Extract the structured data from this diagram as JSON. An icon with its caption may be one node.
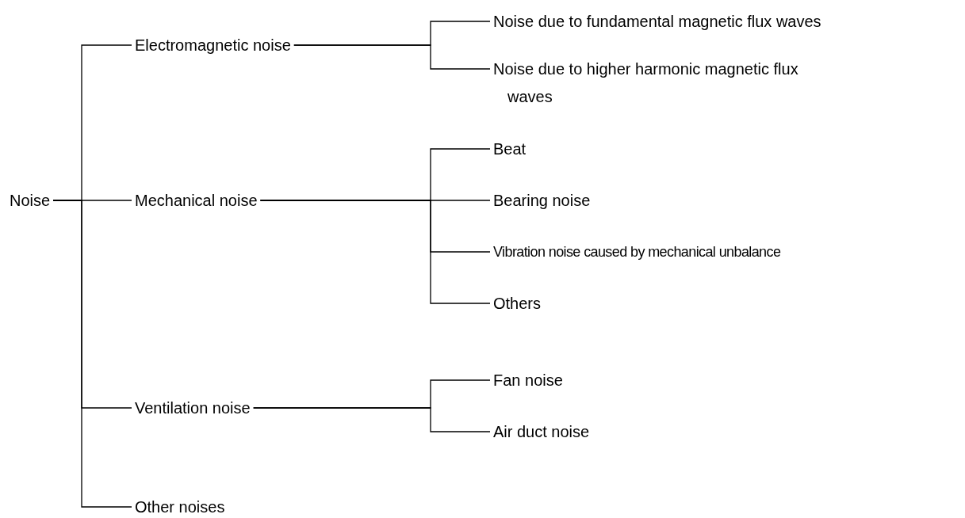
{
  "diagram": {
    "nodes": [
      {
        "text": [
          "Noise"
        ]
      },
      {
        "text": [
          "Electromagnetic noise"
        ]
      },
      {
        "text": [
          "Mechanical noise"
        ]
      },
      {
        "text": [
          "Ventilation noise"
        ]
      },
      {
        "text": [
          "Other noises"
        ]
      },
      {
        "text": [
          "Noise due to fundamental magnetic flux waves"
        ]
      },
      {
        "text": [
          "Noise due to higher harmonic magnetic flux waves"
        ]
      },
      {
        "text": [
          "Beat"
        ]
      },
      {
        "text": [
          "Bearing noise"
        ]
      },
      {
        "text": [
          "Vibration noise caused by mechanical unbalance"
        ]
      },
      {
        "text": [
          "Others"
        ]
      },
      {
        "text": [
          "Fan noise"
        ]
      },
      {
        "text": [
          "Air duct noise"
        ]
      }
    ],
    "edges": [
      {
        "from": 0,
        "to": 1,
        "arrow": "none"
      },
      {
        "from": 0,
        "to": 2,
        "arrow": "none"
      },
      {
        "from": 0,
        "to": 3,
        "arrow": "none"
      },
      {
        "from": 0,
        "to": 4,
        "arrow": "none"
      },
      {
        "from": 1,
        "to": 5,
        "arrow": "none"
      },
      {
        "from": 1,
        "to": 6,
        "arrow": "none"
      },
      {
        "from": 2,
        "to": 7,
        "arrow": "none"
      },
      {
        "from": 2,
        "to": 8,
        "arrow": "none"
      },
      {
        "from": 2,
        "to": 9,
        "arrow": "none"
      },
      {
        "from": 2,
        "to": 10,
        "arrow": "none"
      },
      {
        "from": 3,
        "to": 11,
        "arrow": "none"
      },
      {
        "from": 3,
        "to": 12,
        "arrow": "none"
      }
    ]
  }
}
